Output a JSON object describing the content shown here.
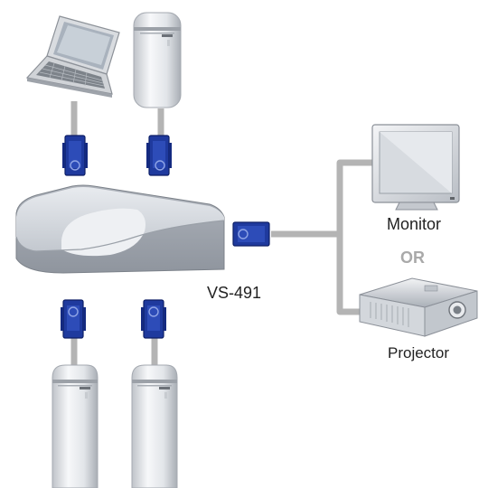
{
  "labels": {
    "switch_model": "VS-491",
    "monitor": "Monitor",
    "or": "OR",
    "projector": "Projector"
  },
  "colors": {
    "cable": "#b4b4b4",
    "connector": "#1f3a9e",
    "switch_body": "#c9cdd4",
    "tower": "#e6e8ec",
    "or_text": "#a9a9a9"
  },
  "devices": {
    "inputs": [
      "laptop-icon",
      "tower-pc-icon",
      "tower-pc-icon",
      "tower-pc-icon"
    ],
    "outputs": [
      "monitor-icon",
      "projector-icon"
    ],
    "switch": "vga-switch-icon"
  }
}
